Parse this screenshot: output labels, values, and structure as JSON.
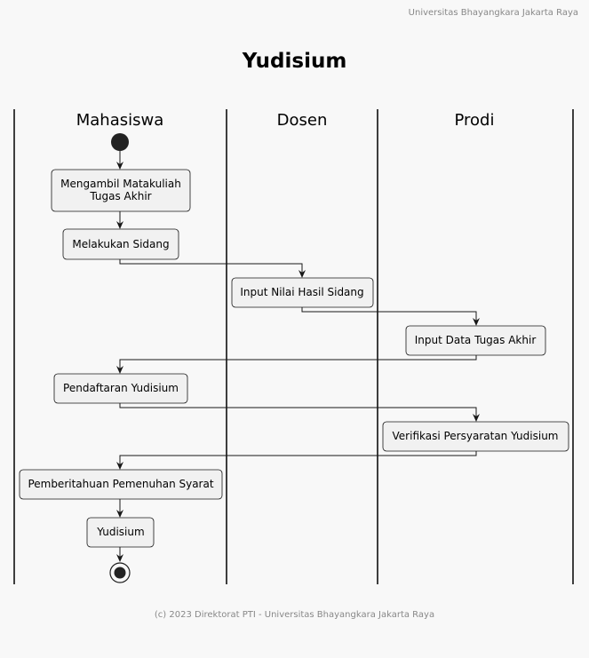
{
  "header": {
    "institution": "Universitas Bhayangkara Jakarta Raya"
  },
  "title": "Yudisium",
  "lanes": [
    {
      "name": "Mahasiswa"
    },
    {
      "name": "Dosen"
    },
    {
      "name": "Prodi"
    }
  ],
  "activities": {
    "ambil_matkul_line1": "Mengambil Matakuliah",
    "ambil_matkul_line2": "Tugas Akhir",
    "sidang": "Melakukan Sidang",
    "input_nilai": "Input Nilai Hasil Sidang",
    "input_ta": "Input Data Tugas Akhir",
    "pendaftaran": "Pendaftaran Yudisium",
    "verifikasi": "Verifikasi Persyaratan Yudisium",
    "pemberitahuan": "Pemberitahuan Pemenuhan Syarat",
    "yudisium": "Yudisium"
  },
  "footer": {
    "copyright": "(c) 2023 Direktorat PTI - Universitas Bhayangkara Jakarta Raya"
  }
}
